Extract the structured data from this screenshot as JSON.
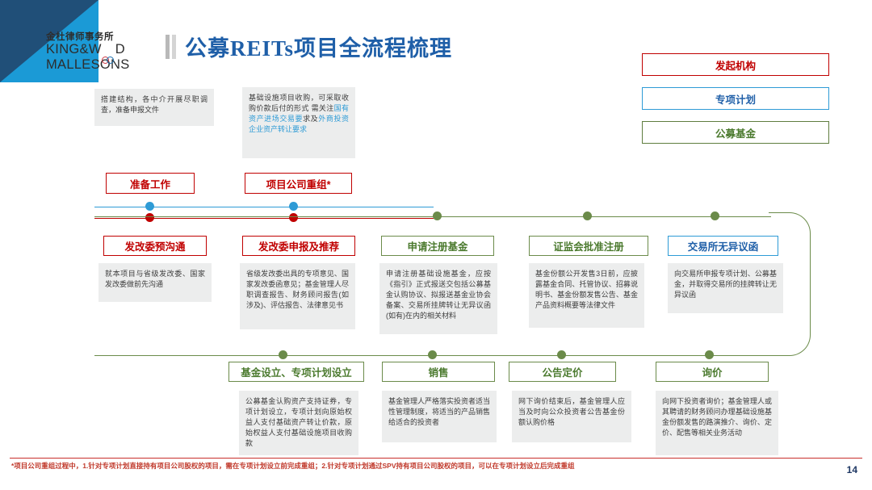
{
  "brand": {
    "logo_cn": "金杜律师事务所",
    "logo_en_line1_a": "KING&W",
    "logo_en_line1_b": "D",
    "logo_en_line2": "MALLESONS"
  },
  "header": {
    "title": "公募REITs项目全流程梳理"
  },
  "legend": {
    "items": [
      {
        "label": "发起机构",
        "color": "#c00000"
      },
      {
        "label": "专项计划",
        "color": "#2e9bd6"
      },
      {
        "label": "公募基金",
        "color": "#4b7a2e"
      }
    ]
  },
  "top_notes": [
    {
      "text": "搭建结构，各中介开展尽职调查，准备申报文件"
    },
    {
      "text_a": "基础设施项目收购，可采取收购价款后付的形式",
      "text_b_pre": "需关注",
      "text_b_hl1": "国有资产进场交易要",
      "text_b_mid": "求及",
      "text_b_hl2": "外商投资企业资产转让要求"
    }
  ],
  "upper_stages": [
    {
      "label": "准备工作",
      "color": "red"
    },
    {
      "label": "项目公司重组*",
      "color": "red"
    }
  ],
  "middle_stages": [
    {
      "label": "发改委预沟通",
      "color": "red"
    },
    {
      "label": "发改委申报及推荐",
      "color": "red"
    },
    {
      "label": "申请注册基金",
      "color": "green"
    },
    {
      "label": "证监会批准注册",
      "color": "green"
    },
    {
      "label": "交易所无异议函",
      "color": "blue"
    }
  ],
  "middle_notes": [
    "就本项目与省级发改委、国家发改委做前先沟通",
    "省级发改委出具的专项意见、国家发改委函意见；基金管理人尽职调查报告、财务顾问报告(如涉及)、评估报告、法律意见书",
    "申请注册基础设施基金，应按《指引》正式报送交包括公募基金认购协议、拟报送基金业协会备案、交易所挂牌转让无异议函(如有)在内的相关材料",
    "基金份额公开发售3日前，应披露基金合同、托管协议、招募说明书、基金份额发售公告、基金产品资料概要等法律文件",
    "向交易所申报专项计划、公募基金，并取得交易所的挂牌转让无异议函"
  ],
  "bottom_stages": [
    {
      "label": "基金设立、专项计划设立",
      "color": "green"
    },
    {
      "label": "销售",
      "color": "green"
    },
    {
      "label": "公告定价",
      "color": "green"
    },
    {
      "label": "询价",
      "color": "green"
    }
  ],
  "bottom_notes": [
    "公募基金认购资产支持证券，专项计划设立，专项计划向原始权益人支付基础资产转让价款，原始权益人支付基础设施项目收购款",
    "基金管理人严格落实投资者适当性管理制度，将适当的产品销售给适合的投资者",
    "网下询价结束后，基金管理人应当及时向公众投资者公告基金份额认购价格",
    "向网下投资者询价；基金管理人或其聘请的财务顾问办理基础设施基金份额发售的路演推介、询价、定价、配售等相关业务活动"
  ],
  "footer": {
    "note": "*项目公司重组过程中，1.针对专项计划直接持有项目公司股权的项目，需在专项计划设立前完成重组；2.针对专项计划通过SPV持有项目公司股权的项目，可以在专项计划设立后完成重组",
    "page_number": "14"
  }
}
